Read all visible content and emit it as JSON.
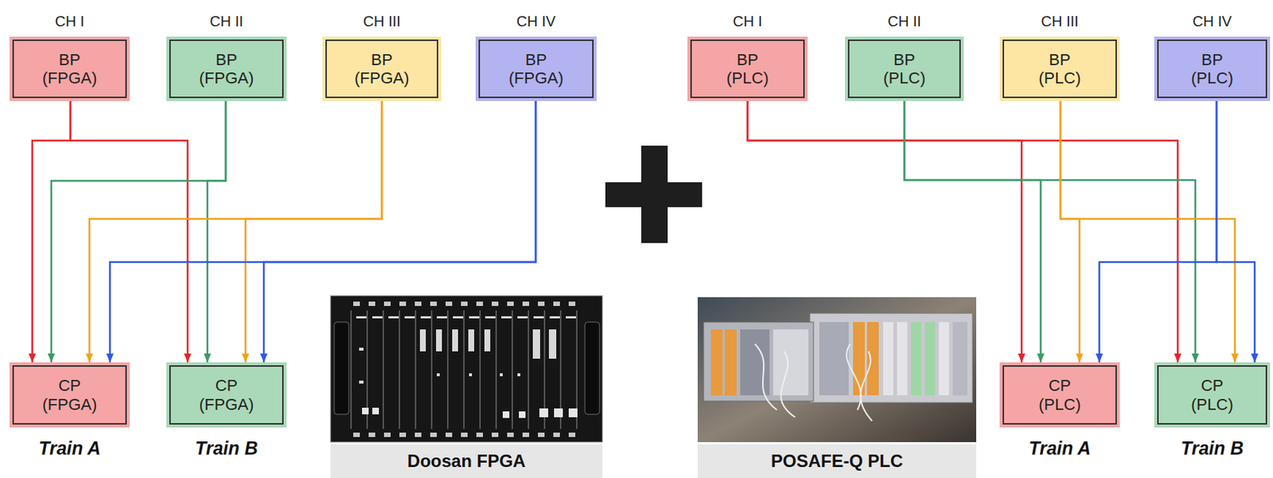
{
  "diagram": {
    "nodes": [
      {
        "text": [
          "CH I",
          "BP (FPGA)"
        ]
      },
      {
        "text": [
          "CH II",
          "BP (FPGA)"
        ]
      },
      {
        "text": [
          "CH III",
          "BP (FPGA)"
        ]
      },
      {
        "text": [
          "CH IV",
          "BP (FPGA)"
        ]
      },
      {
        "text": [
          "CH I",
          "BP (PLC)"
        ]
      },
      {
        "text": [
          "CH II",
          "BP (PLC)"
        ]
      },
      {
        "text": [
          "CH III",
          "BP (PLC)"
        ]
      },
      {
        "text": [
          "CH IV",
          "BP (PLC)"
        ]
      },
      {
        "text": [
          "CP (FPGA)",
          "Train A"
        ]
      },
      {
        "text": [
          "CP (FPGA)",
          "Train B"
        ]
      },
      {
        "text": [
          "Doosan FPGA"
        ]
      },
      {
        "text": [
          "POSAFE-Q PLC"
        ]
      },
      {
        "text": [
          "CP (PLC)",
          "Train A"
        ]
      },
      {
        "text": [
          "CP (PLC)",
          "Train B"
        ]
      }
    ],
    "edges": [
      {
        "from": 0,
        "to": 8,
        "arrow": "to"
      },
      {
        "from": 0,
        "to": 9,
        "arrow": "to"
      },
      {
        "from": 1,
        "to": 8,
        "arrow": "to"
      },
      {
        "from": 1,
        "to": 9,
        "arrow": "to"
      },
      {
        "from": 2,
        "to": 8,
        "arrow": "to"
      },
      {
        "from": 2,
        "to": 9,
        "arrow": "to"
      },
      {
        "from": 3,
        "to": 8,
        "arrow": "to"
      },
      {
        "from": 3,
        "to": 9,
        "arrow": "to"
      },
      {
        "from": 4,
        "to": 12,
        "arrow": "to"
      },
      {
        "from": 4,
        "to": 13,
        "arrow": "to"
      },
      {
        "from": 5,
        "to": 12,
        "arrow": "to"
      },
      {
        "from": 5,
        "to": 13,
        "arrow": "to"
      },
      {
        "from": 6,
        "to": 12,
        "arrow": "to"
      },
      {
        "from": 6,
        "to": 13,
        "arrow": "to"
      },
      {
        "from": 7,
        "to": 12,
        "arrow": "to"
      },
      {
        "from": 7,
        "to": 13,
        "arrow": "to"
      }
    ]
  }
}
